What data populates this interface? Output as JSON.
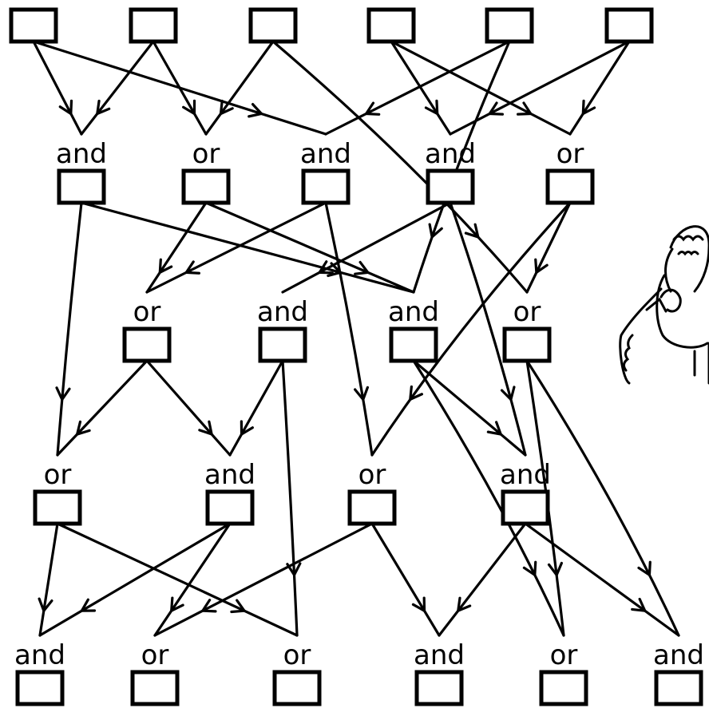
{
  "diagram": {
    "rows": [
      {
        "gates": [
          "",
          "",
          "",
          "",
          "",
          ""
        ]
      },
      {
        "gates": [
          "and",
          "or",
          "and",
          "and",
          "or"
        ]
      },
      {
        "gates": [
          "or",
          "and",
          "and",
          "or"
        ]
      },
      {
        "gates": [
          "or",
          "and",
          "or",
          "and"
        ]
      },
      {
        "gates": [
          "and",
          "or",
          "or",
          "and",
          "or",
          "and"
        ]
      }
    ],
    "connections": [
      [
        "0.0",
        "1.0"
      ],
      [
        "0.0",
        "1.2"
      ],
      [
        "0.1",
        "1.0"
      ],
      [
        "0.1",
        "1.1"
      ],
      [
        "0.2",
        "1.1"
      ],
      [
        "0.2",
        "2.3"
      ],
      [
        "0.3",
        "1.3"
      ],
      [
        "0.3",
        "1.4"
      ],
      [
        "0.4",
        "1.2"
      ],
      [
        "0.4",
        "2.2"
      ],
      [
        "0.5",
        "1.3"
      ],
      [
        "0.5",
        "1.4"
      ],
      [
        "1.0",
        "3.0"
      ],
      [
        "1.0",
        "2.2"
      ],
      [
        "1.1",
        "2.0"
      ],
      [
        "1.1",
        "2.2"
      ],
      [
        "1.2",
        "2.0"
      ],
      [
        "1.2",
        "3.2"
      ],
      [
        "1.3",
        "2.1"
      ],
      [
        "1.3",
        "3.3"
      ],
      [
        "1.4",
        "2.3"
      ],
      [
        "1.4",
        "3.2"
      ],
      [
        "2.0",
        "3.0"
      ],
      [
        "2.0",
        "3.1"
      ],
      [
        "2.1",
        "3.1"
      ],
      [
        "2.1",
        "4.2"
      ],
      [
        "2.2",
        "3.3"
      ],
      [
        "2.2",
        "4.4"
      ],
      [
        "2.3",
        "4.4"
      ],
      [
        "2.3",
        "4.5"
      ],
      [
        "3.0",
        "4.0"
      ],
      [
        "3.0",
        "4.2"
      ],
      [
        "3.1",
        "4.0"
      ],
      [
        "3.1",
        "4.1"
      ],
      [
        "3.2",
        "4.1"
      ],
      [
        "3.2",
        "4.3"
      ],
      [
        "3.3",
        "4.3"
      ],
      [
        "3.3",
        "4.5"
      ]
    ]
  }
}
